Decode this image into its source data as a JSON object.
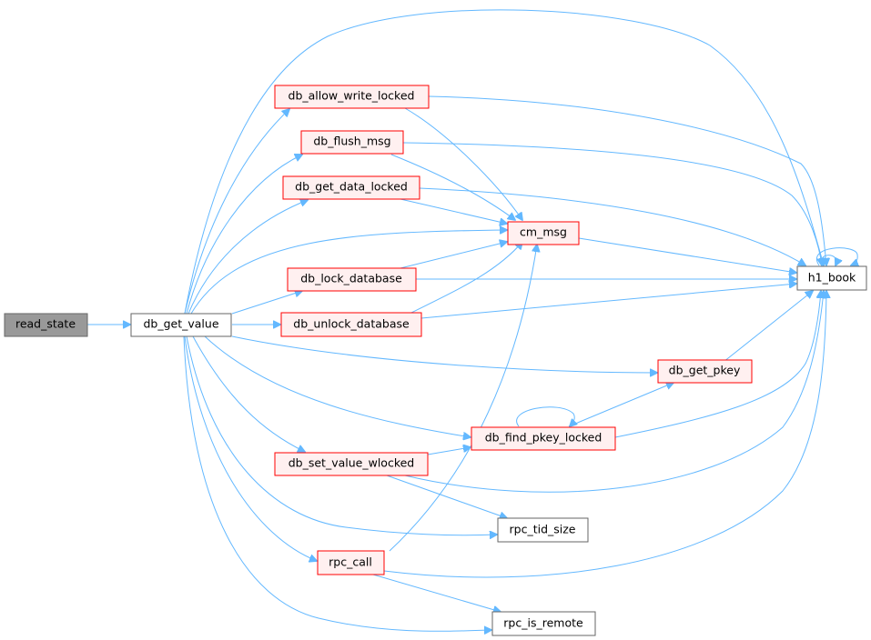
{
  "nodes": {
    "read_state": "read_state",
    "db_get_value": "db_get_value",
    "db_allow_write_locked": "db_allow_write_locked",
    "db_flush_msg": "db_flush_msg",
    "db_get_data_locked": "db_get_data_locked",
    "cm_msg": "cm_msg",
    "db_lock_database": "db_lock_database",
    "db_unlock_database": "db_unlock_database",
    "h1_book": "h1_book",
    "db_get_pkey": "db_get_pkey",
    "db_find_pkey_locked": "db_find_pkey_locked",
    "db_set_value_wlocked": "db_set_value_wlocked",
    "rpc_tid_size": "rpc_tid_size",
    "rpc_call": "rpc_call",
    "rpc_is_remote": "rpc_is_remote"
  },
  "colors": {
    "edge": "#63b8ff",
    "root_fill": "#999999",
    "red_border": "#ff0000",
    "red_fill": "#fff0f0",
    "plain_border": "#666666"
  }
}
